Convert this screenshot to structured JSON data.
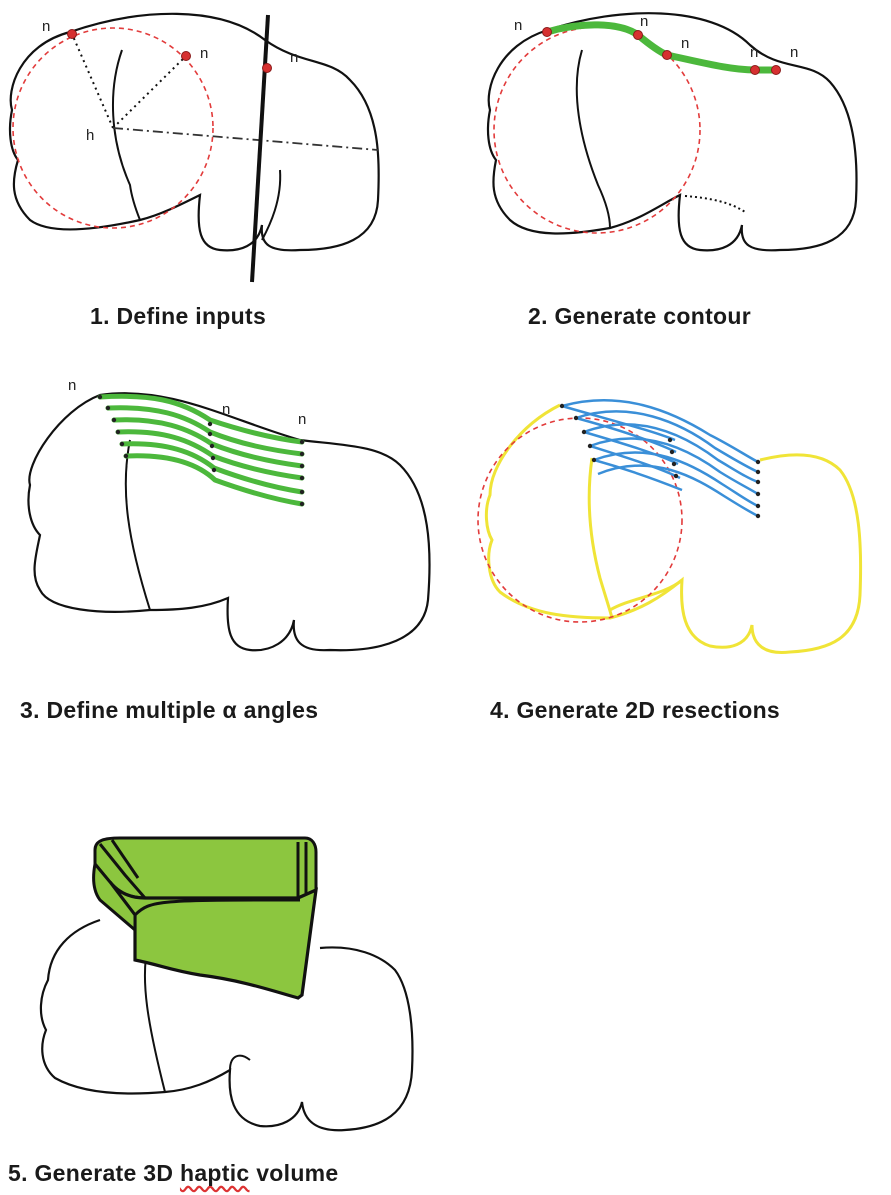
{
  "colors": {
    "outline": "#111111",
    "red_dashed": "#e23b3b",
    "contour_green": "#4cb83c",
    "resection_blue": "#3a8fd8",
    "bone_yellow": "#f0e437",
    "volume_green": "#8cc63f"
  },
  "panels": [
    {
      "caption": "1. Define inputs",
      "labels": {
        "n1": "n",
        "n2": "n",
        "n3": "n",
        "h": "h"
      }
    },
    {
      "caption": "2. Generate contour",
      "labels": {
        "n1": "n",
        "n2": "n",
        "n3": "n",
        "n4": "n",
        "n5": "n"
      }
    },
    {
      "caption": "3. Define multiple α angles",
      "labels": {
        "n1": "n",
        "n2": "n",
        "n3": "n"
      }
    },
    {
      "caption": "4. Generate 2D resections"
    },
    {
      "caption_prefix": "5. Generate 3D ",
      "caption_underlined": "haptic",
      "caption_suffix": " volume"
    }
  ]
}
